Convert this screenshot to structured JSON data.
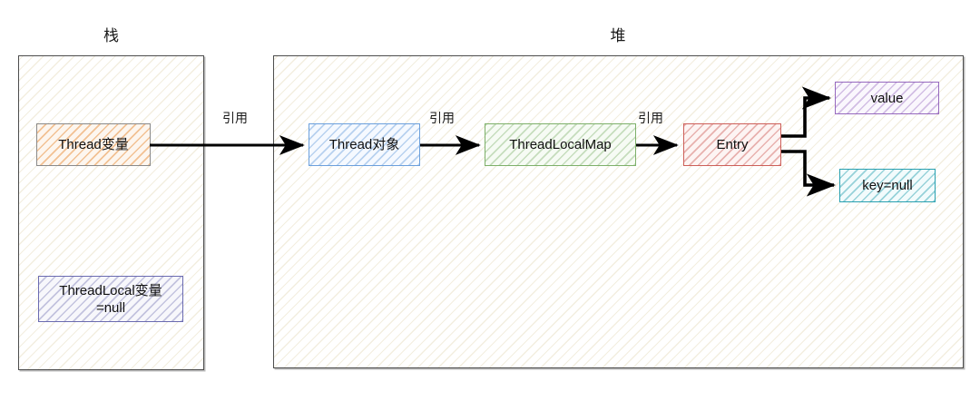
{
  "diagram": {
    "title_stack": "栈",
    "title_heap": "堆",
    "regions": [
      {
        "name": "stack",
        "label": "栈"
      },
      {
        "name": "heap",
        "label": "堆"
      }
    ],
    "nodes": [
      {
        "id": "thread-var",
        "label": "Thread变量",
        "color": "#8a8a8a"
      },
      {
        "id": "threadlocal-var",
        "label": "ThreadLocal变量\n=null",
        "color": "#6b6bb0"
      },
      {
        "id": "thread-object",
        "label": "Thread对象",
        "color": "#6ca0dc"
      },
      {
        "id": "threadlocalmap",
        "label": "ThreadLocalMap",
        "color": "#7eb06a"
      },
      {
        "id": "entry",
        "label": "Entry",
        "color": "#cd605a"
      },
      {
        "id": "value",
        "label": "value",
        "color": "#9669be"
      },
      {
        "id": "key-null",
        "label": "key=null",
        "color": "#28a0af"
      }
    ],
    "edges": [
      {
        "id": "ref-1",
        "label": "引用",
        "from": "thread-var",
        "to": "thread-object"
      },
      {
        "id": "ref-2",
        "label": "引用",
        "from": "thread-object",
        "to": "threadlocalmap"
      },
      {
        "id": "ref-3",
        "label": "引用",
        "from": "threadlocalmap",
        "to": "entry"
      },
      {
        "id": "ref-4",
        "label": "",
        "from": "entry",
        "to": "value"
      },
      {
        "id": "ref-5",
        "label": "",
        "from": "entry",
        "to": "key-null"
      }
    ],
    "arrow_color": "#000000"
  }
}
